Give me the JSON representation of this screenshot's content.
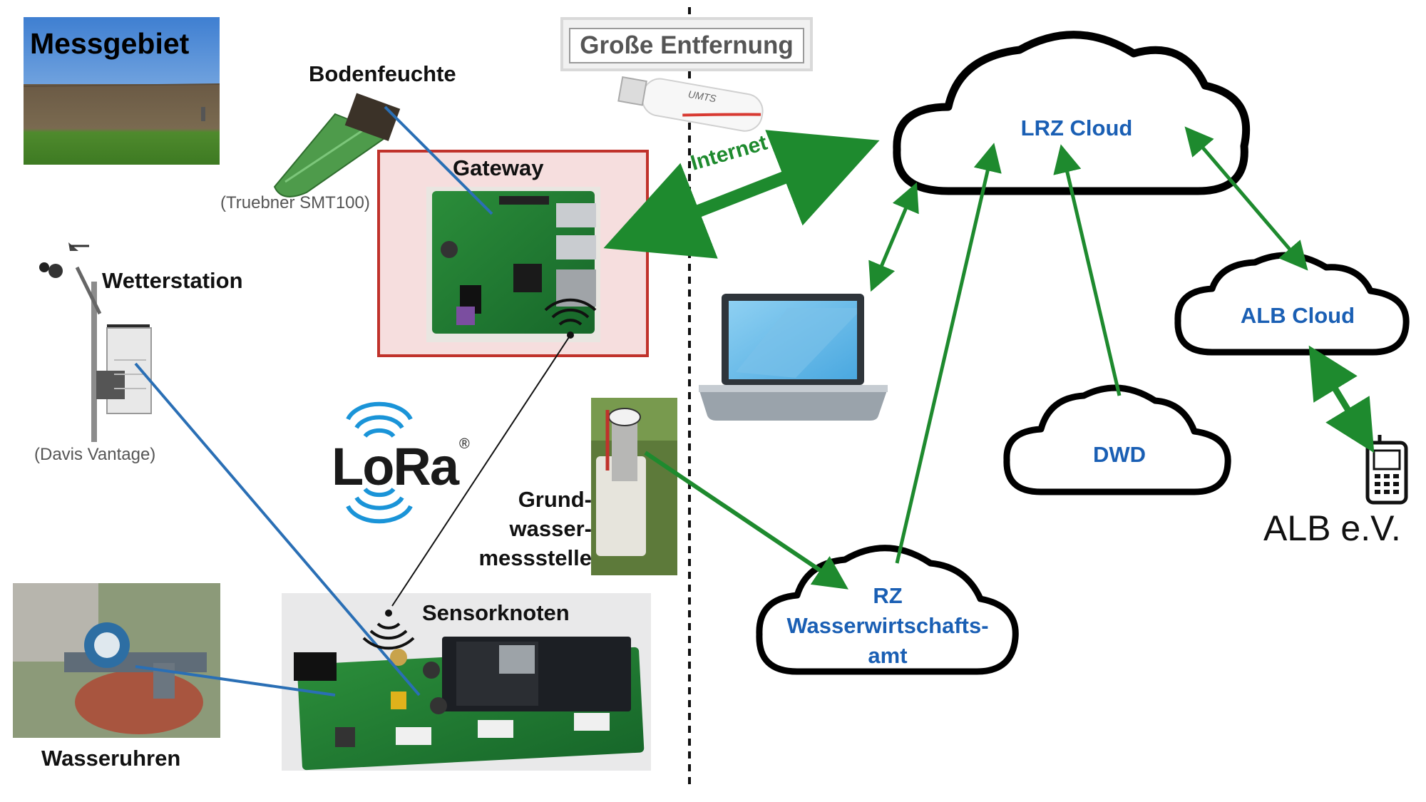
{
  "labels": {
    "messgebiet": "Messgebiet",
    "bodenfeuchte": "Bodenfeuchte",
    "bodenfeuchte_sub": "(Truebner SMT100)",
    "gateway": "Gateway",
    "wetterstation": "Wetterstation",
    "wetterstation_sub": "(Davis Vantage)",
    "lora": "LoRa",
    "lora_reg": "®",
    "grundwasser_1": "Grund-",
    "grundwasser_2": "wasser-",
    "grundwasser_3": "messstelle",
    "sensorknoten": "Sensorknoten",
    "wasseruhren": "Wasseruhren",
    "grosse_entfernung": "Große Entfernung",
    "umts": "UMTS",
    "internet": "Internet",
    "alb_ev": "ALB e.V."
  },
  "clouds": {
    "lrz": "LRZ Cloud",
    "alb": "ALB Cloud",
    "dwd": "DWD",
    "rz_1": "RZ",
    "rz_2": "Wasserwirtschafts-",
    "rz_3": "amt"
  },
  "colors": {
    "arrow_green": "#1e8a2e",
    "link_blue": "#2a6fb5",
    "cloud_text": "#1a5fb4",
    "gateway_fill": "#f6dede",
    "gateway_border": "#c0322b",
    "pcb_green": "#1f7a30"
  },
  "icons": [
    "wifi-icon",
    "laptop-icon",
    "mobile-phone-icon",
    "umts-stick-icon",
    "lora-logo-icon"
  ]
}
